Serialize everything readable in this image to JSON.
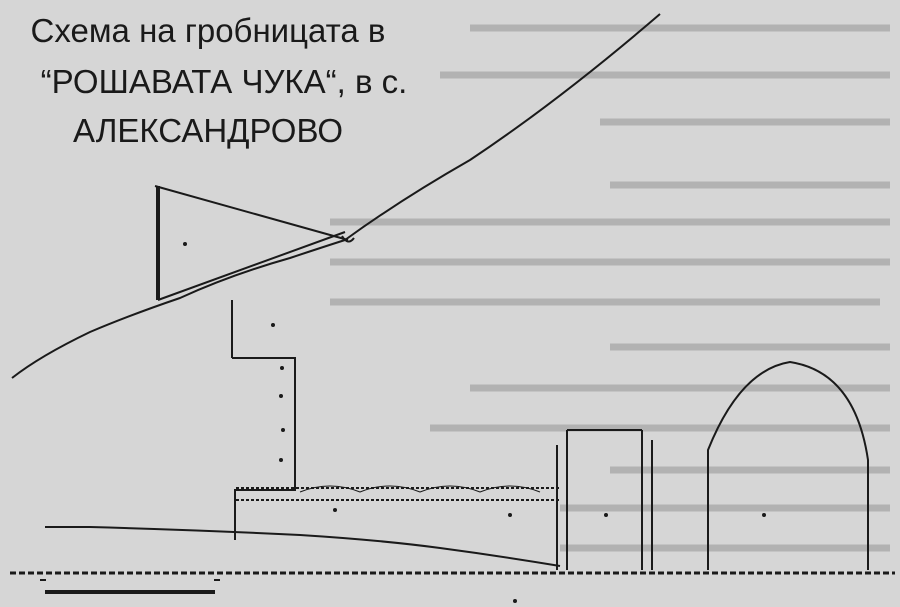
{
  "figure": {
    "title_lines": [
      "Схема на гробницата в",
      "“РОШАВАТА ЧУКА“, в с.",
      "АЛЕКСАНДРОВО"
    ],
    "colors": {
      "paper": "#d6d6d6",
      "ink": "#1a1a1a",
      "bleed_text": "#a9a9a9"
    }
  }
}
